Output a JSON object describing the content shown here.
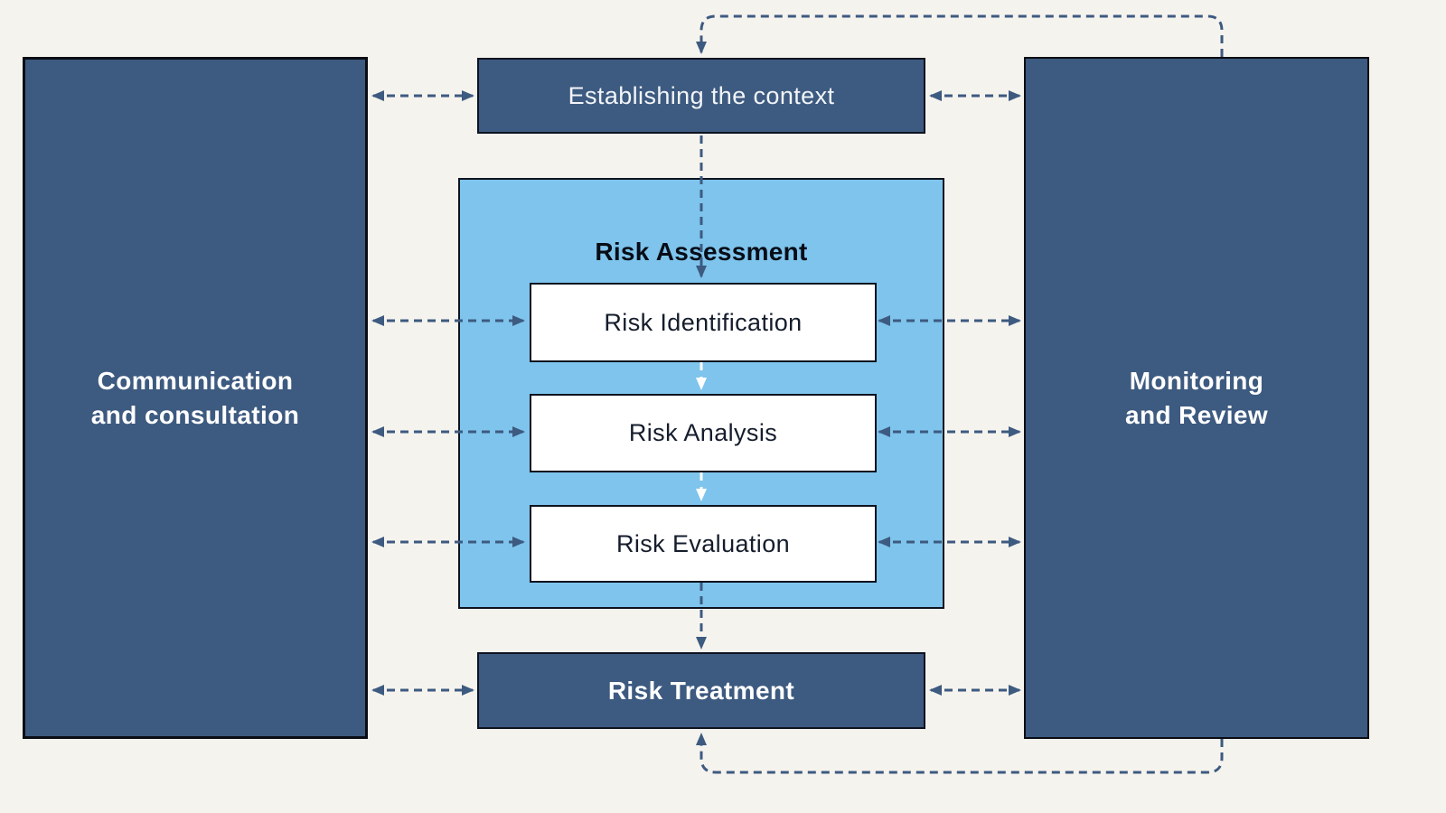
{
  "nodes": {
    "communication": {
      "label": "Communication\nand consultation"
    },
    "establishing": {
      "label": "Establishing the context"
    },
    "assessment": {
      "label": "Risk Assessment"
    },
    "identification": {
      "label": "Risk Identification"
    },
    "analysis": {
      "label": "Risk Analysis"
    },
    "evaluation": {
      "label": "Risk Evaluation"
    },
    "treatment": {
      "label": "Risk Treatment"
    },
    "monitoring": {
      "label": "Monitoring\nand Review"
    }
  },
  "colors": {
    "background": "#f5f3ee",
    "dark_blue": "#3d5a80",
    "light_blue": "#7ec4ec",
    "arrow": "#3d5a80",
    "border_dark": "#0e131f",
    "text_dark": "#151d2c",
    "text_light": "#ffffff"
  }
}
